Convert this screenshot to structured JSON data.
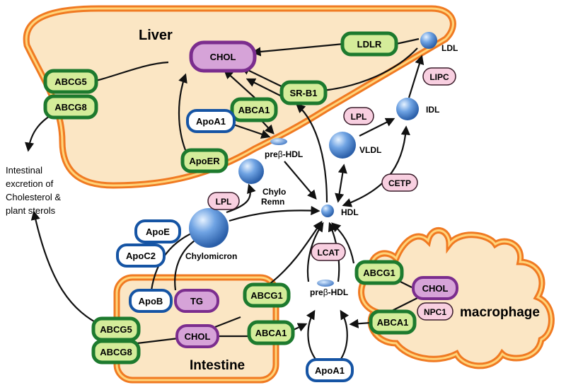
{
  "organs": {
    "liver": "Liver",
    "intestine": "Intestine",
    "macrophage": "macrophage"
  },
  "nodes": {
    "liver_chol": "CHOL",
    "ldlr": "LDLR",
    "liver_abcg5": "ABCG5",
    "liver_abcg8": "ABCG8",
    "srb1": "SR-B1",
    "abca1_liver": "ABCA1",
    "apoa1_liver": "ApoA1",
    "apoer": "ApoER",
    "ldl": "LDL",
    "lipc": "LIPC",
    "idl": "IDL",
    "lpl_vldl": "LPL",
    "vldl": "VLDL",
    "prebeta_hdl_top_prefix": "pre",
    "prebeta_hdl_top_beta": "β",
    "prebeta_hdl_top_suffix": "-HDL",
    "chylo_remn_line1": "Chylo",
    "chylo_remn_line2": "Remn",
    "lpl_chylo": "LPL",
    "hdl": "HDL",
    "cetp": "CETP",
    "apoe": "ApoE",
    "apoc2": "ApoC2",
    "chylomicron": "Chylomicron",
    "lcat": "LCAT",
    "abcg1_macro": "ABCG1",
    "macro_chol": "CHOL",
    "npc1": "NPC1",
    "abca1_macro": "ABCA1",
    "apob": "ApoB",
    "tg": "TG",
    "abcg1_int": "ABCG1",
    "prebeta_hdl_bot_prefix": "pre",
    "prebeta_hdl_bot_beta": "β",
    "prebeta_hdl_bot_suffix": "-HDL",
    "int_abcg5": "ABCG5",
    "int_abcg8": "ABCG8",
    "int_chol": "CHOL",
    "abca1_int": "ABCA1",
    "apoa1_bottom": "ApoA1"
  },
  "excretion_text": [
    "Intestinal",
    "excretion of",
    "Cholesterol &",
    "plant sterols"
  ],
  "colors": {
    "organ_fill": "#fbe6c4",
    "organ_border_outer": "#f07a22",
    "organ_border_inner": "#ffd47a",
    "green_fill": "#d4ec9a",
    "green_border": "#1d7a2e",
    "purple_fill": "#d6a3d8",
    "purple_border": "#7b2d8e",
    "blue_fill": "#ffffff",
    "blue_border": "#1554a4",
    "pink_fill": "#f8cfe0",
    "pink_border": "#3a1c2a",
    "sphere": "#3f7fd0"
  }
}
